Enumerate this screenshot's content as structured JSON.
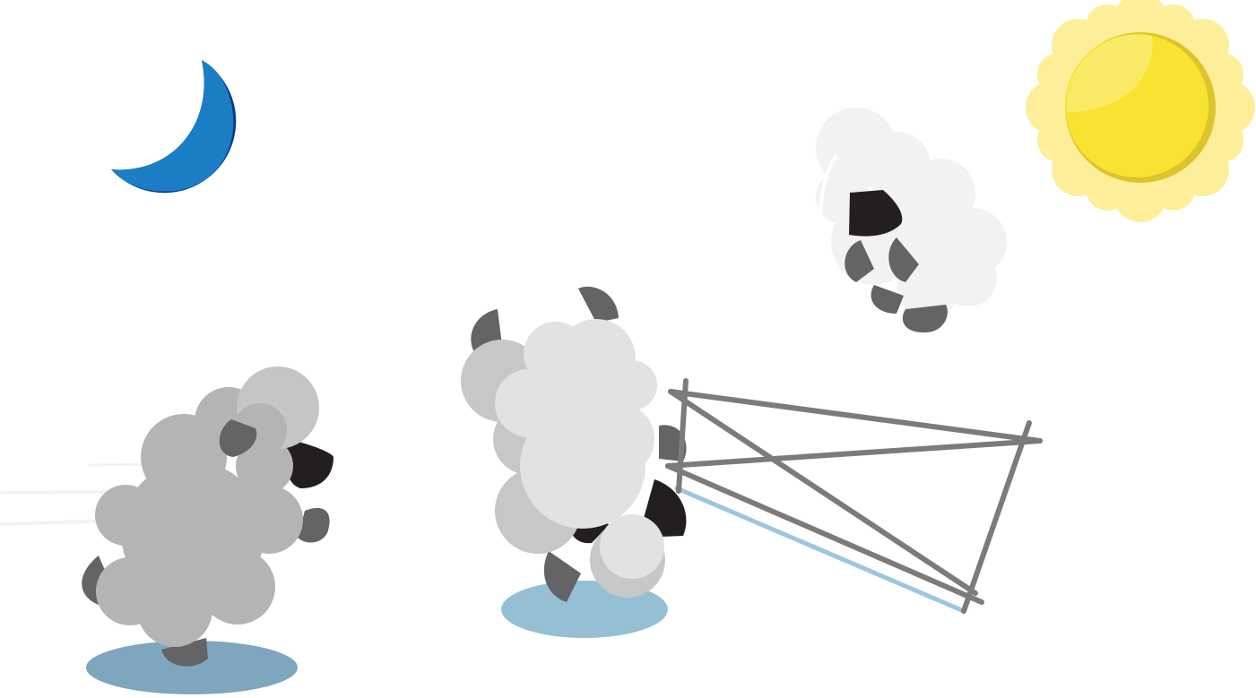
{
  "scene": {
    "background": "#ffffff",
    "elements": [
      {
        "name": "moon-icon",
        "colors": {
          "body": "#1b7ec4",
          "rim": "#073a96"
        }
      },
      {
        "name": "sun-icon",
        "colors": {
          "rays": "#fdef9a",
          "body": "#f8e232",
          "shade": "#dcc52a",
          "highlight": "#faea66"
        }
      },
      {
        "name": "sheep-running",
        "colors": {
          "wool": "#b3b4b6",
          "wool_light": "#c4c5c7",
          "legs": "#636466",
          "face": "#231f20",
          "shadow": "#7ea7bf"
        }
      },
      {
        "name": "sheep-jumping",
        "colors": {
          "wool": "#e1e2e4",
          "wool_shade": "#c6c7c9",
          "legs": "#636466",
          "face": "#231f20",
          "shadow": "#95c0d3"
        }
      },
      {
        "name": "sheep-flying",
        "colors": {
          "wool": "#f2f2f2",
          "legs": "#636466",
          "face": "#231f20"
        }
      },
      {
        "name": "fence",
        "colors": {
          "bars": "#7b7b7b",
          "shadow_line": "#9ec5e0"
        }
      },
      {
        "name": "motion-lines",
        "colors": {
          "lines": "#f3f3f3"
        }
      }
    ]
  }
}
